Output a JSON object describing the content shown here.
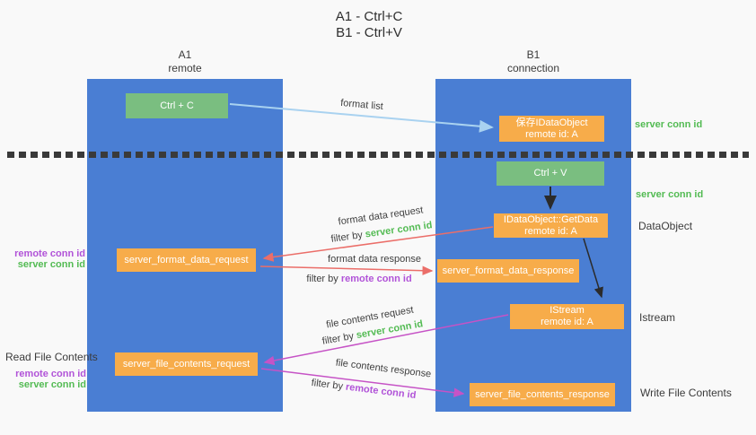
{
  "title": {
    "line1": "A1 - Ctrl+C",
    "line2": "B1 - Ctrl+V"
  },
  "columns": {
    "left": {
      "name": "A1",
      "role": "remote"
    },
    "right": {
      "name": "B1",
      "role": "connection"
    }
  },
  "boxes": {
    "ctrl_c": {
      "label": "Ctrl + C"
    },
    "ctrl_v": {
      "label": "Ctrl + V"
    },
    "save_dataobject": {
      "line1": "保存IDataObject",
      "line2": "remote id: A"
    },
    "getdata": {
      "line1": "IDataObject::GetData",
      "line2": "remote id: A"
    },
    "istream": {
      "line1": "IStream",
      "line2": "remote id: A"
    },
    "server_format_data_request": {
      "label": "server_format_data_request"
    },
    "server_format_data_response": {
      "label": "server_format_data_response"
    },
    "server_file_contents_request": {
      "label": "server_file_contents_request"
    },
    "server_file_contents_response": {
      "label": "server_file_contents_response"
    }
  },
  "arrow_labels": {
    "format_list": "format list",
    "format_data_request": "format data request",
    "format_data_response": "format data response",
    "file_contents_request": "file contents request",
    "file_contents_response": "file contents response",
    "filter_by": "filter by",
    "server_conn_id": "server conn id",
    "remote_conn_id": "remote conn id"
  },
  "side_labels": {
    "server_conn_id_top": "server conn id",
    "server_conn_id_mid": "server conn id",
    "dataobject": "DataObject",
    "istream": "Istream",
    "write_file_contents": "Write File Contents",
    "read_file_contents": "Read File Contents",
    "remote_conn_id": "remote conn id",
    "server_conn_id": "server conn id"
  },
  "colors": {
    "column_blue": "#4A7ED3",
    "box_green": "#7ABE80",
    "box_orange": "#F7AC4A",
    "green_text": "#53BB53",
    "purple_text": "#B153D8",
    "arrow_red": "#EB6E69",
    "arrow_magenta": "#C653C6",
    "arrow_blue": "#A9D2F0",
    "arrow_black": "#2B2B2B",
    "dark_text": "#3F3F3F",
    "background": "#F9F9F9"
  }
}
